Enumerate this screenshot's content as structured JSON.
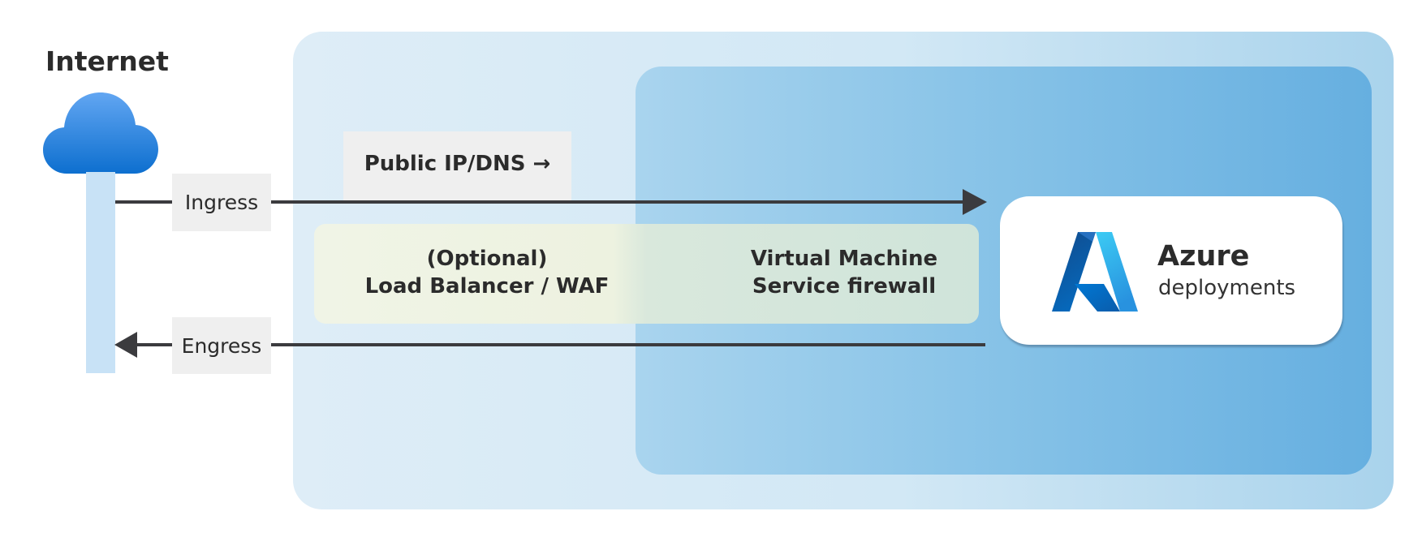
{
  "internet": {
    "title": "Internet",
    "icon": "cloud-icon"
  },
  "flows": {
    "ingress_label": "Ingress",
    "engress_label": "Engress"
  },
  "public_ip_label": "Public IP/DNS →",
  "firewall_strip": {
    "left_line1": "(Optional)",
    "left_line2": "Load Balancer / WAF",
    "right_line1": "Virtual Machine",
    "right_line2": "Service firewall"
  },
  "azure": {
    "title": "Azure",
    "subtitle": "deployments",
    "icon": "azure-logo-icon"
  },
  "colors": {
    "outer_region": "#d2e8f5",
    "inner_region": "#86c2e7",
    "arrow": "#3b3b3e",
    "label_box": "#efefef",
    "cloud_top": "#5ea2f0",
    "cloud_bottom": "#0d6fcf"
  }
}
